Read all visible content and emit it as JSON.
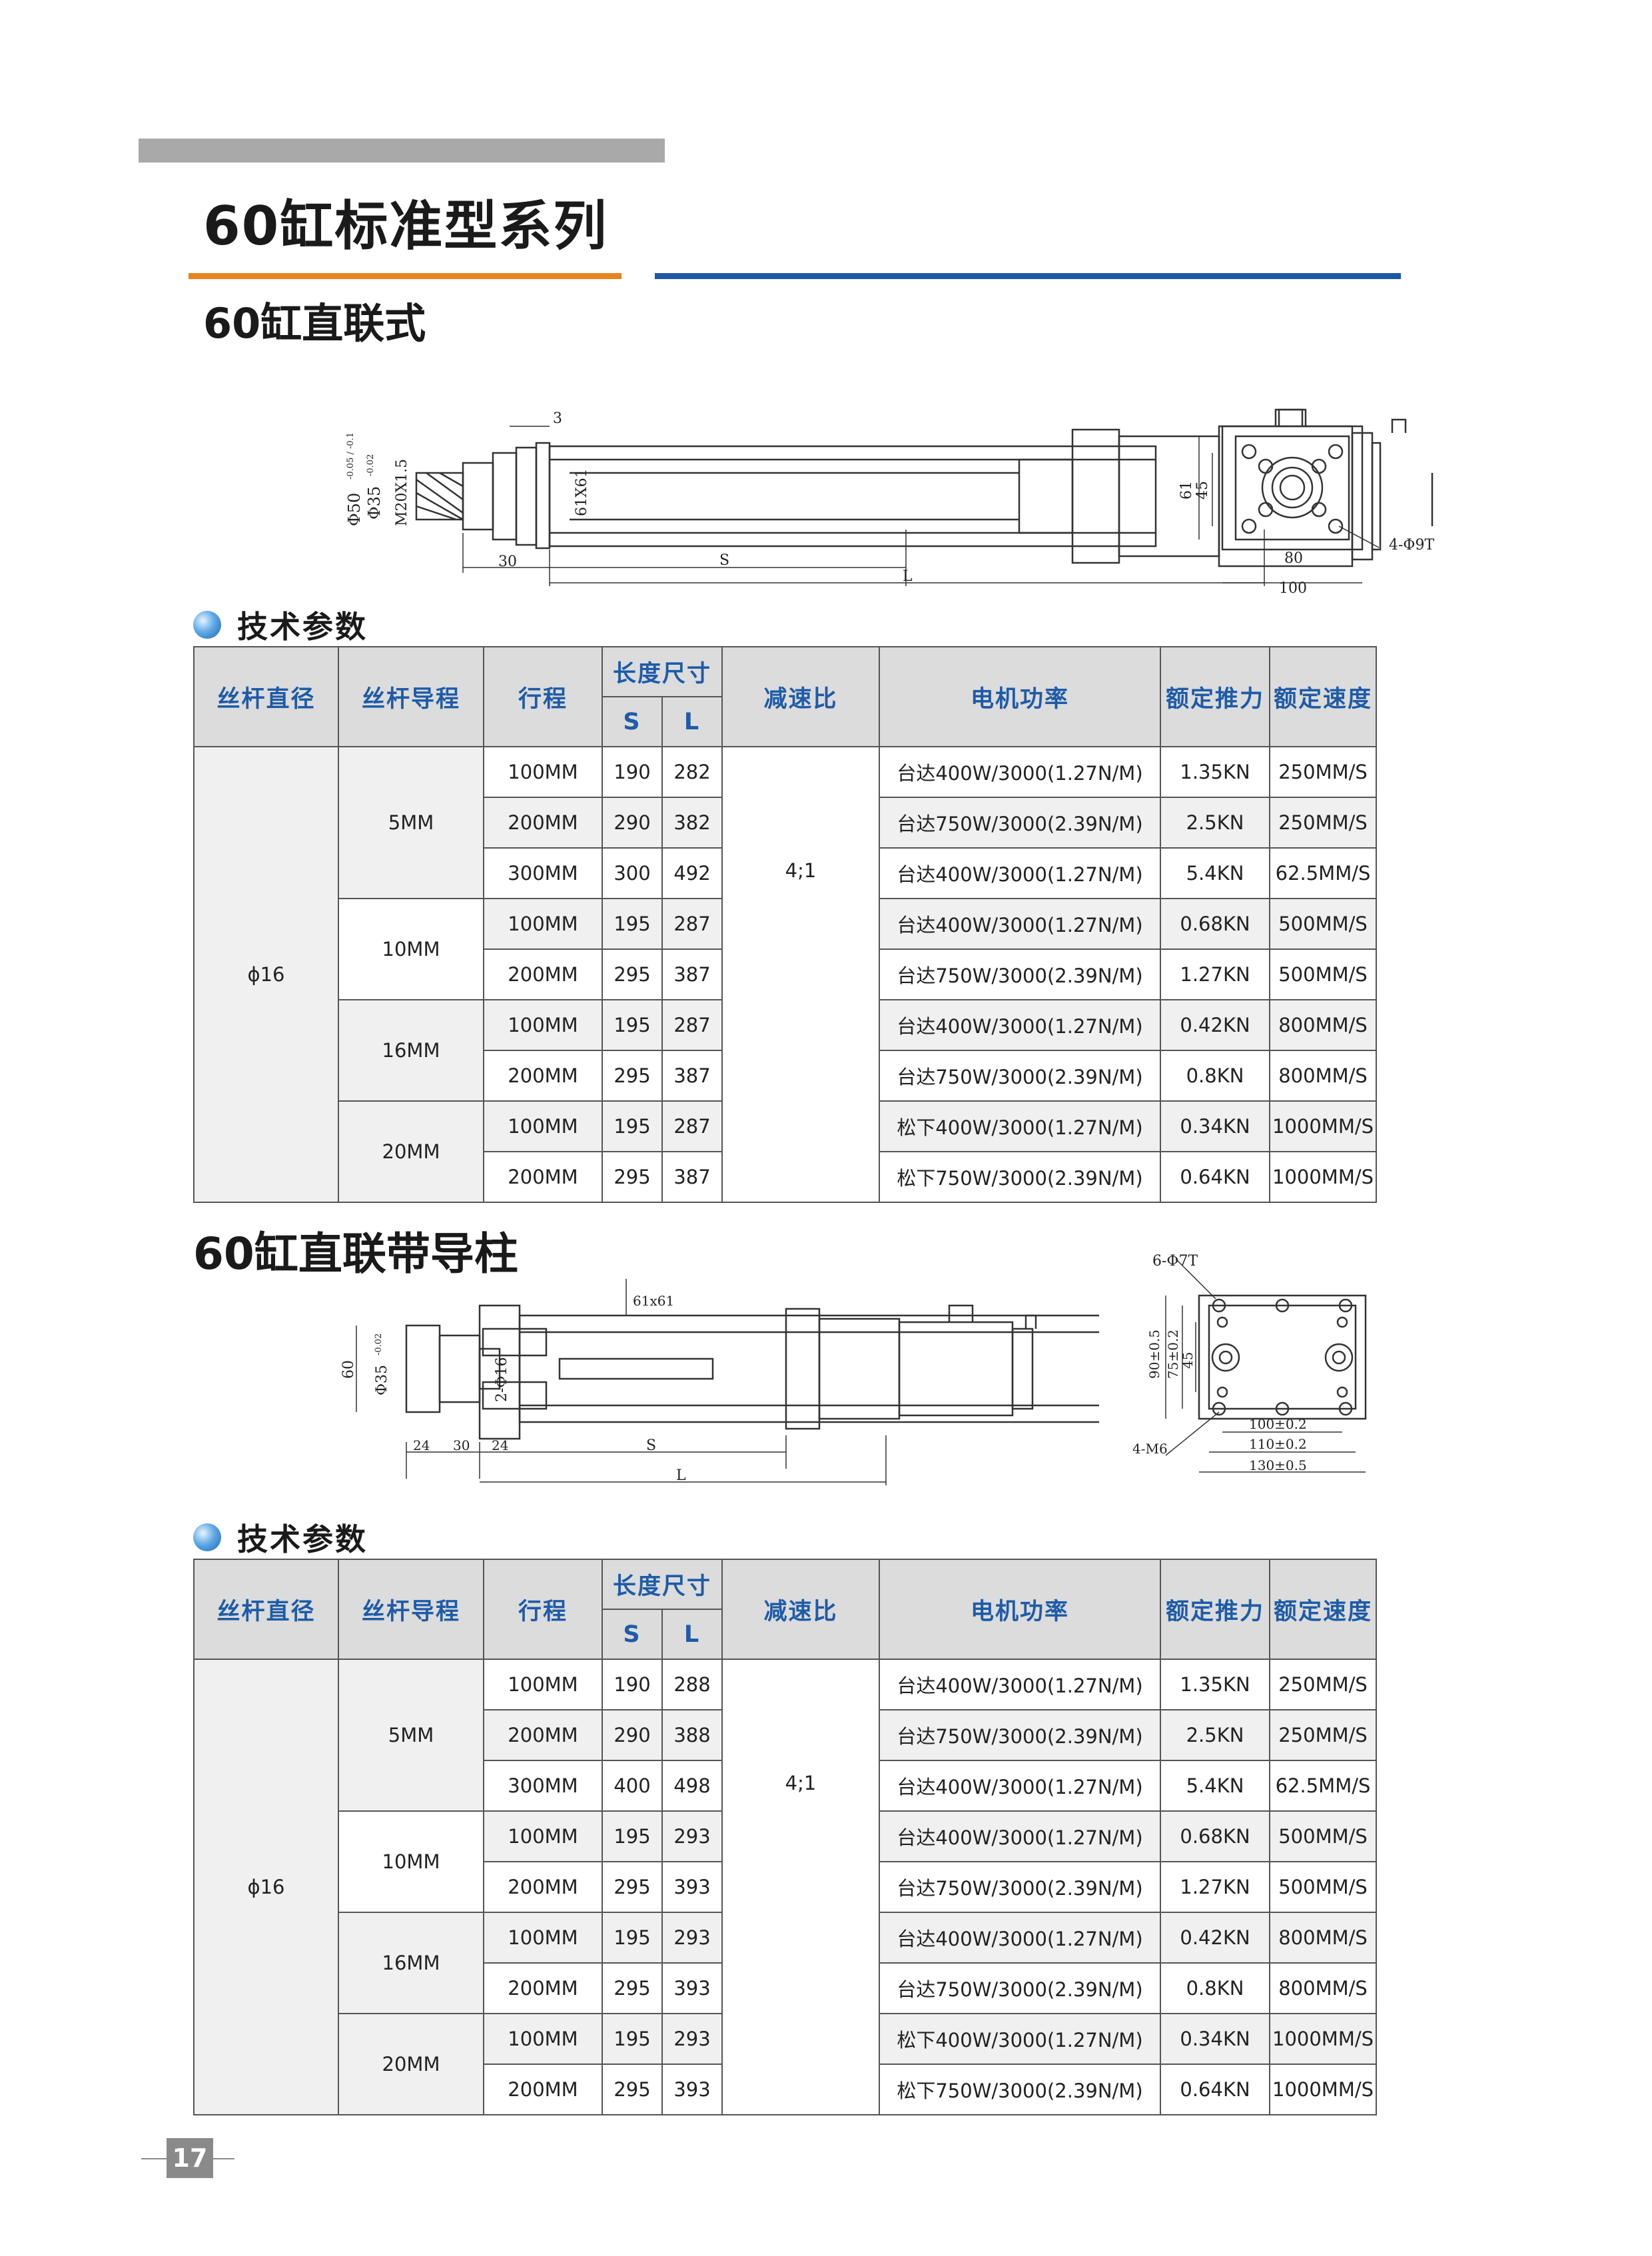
{
  "header": {
    "title": "60缸标准型系列",
    "subtitle1": "60缸直联式",
    "subtitle2": "60缸直联带导柱",
    "section_label": "技术参数",
    "page_number": "17"
  },
  "drawing1": {
    "dim_3": "3",
    "dim_50": "Φ50",
    "dim_50_tol": "-0.05 / -0.1",
    "dim_35": "Φ35",
    "dim_35_tol": "-0.02",
    "dim_m20": "M20X1.5",
    "dim_61x61": "61X61",
    "dim_30": "30",
    "dim_s": "S",
    "dim_l": "L",
    "dim_61": "61",
    "dim_45": "45",
    "dim_80": "80",
    "dim_100": "100",
    "dim_holes": "4-Φ9T"
  },
  "drawing2": {
    "dim_61x61": "61x61",
    "dim_60": "60",
    "dim_35": "Φ35",
    "dim_35_tol": "-0.02",
    "dim_phi16": "2-Φ16",
    "dim_24a": "24",
    "dim_30": "30",
    "dim_24b": "24",
    "dim_s": "S",
    "dim_l": "L",
    "dim_6holes": "6-Φ7T",
    "dim_90": "90±0.5",
    "dim_75": "75±0.2",
    "dim_45": "45",
    "dim_100": "100±0.2",
    "dim_110": "110±0.2",
    "dim_130": "130±0.5",
    "dim_m6": "4-M6"
  },
  "table_headers": {
    "screw_diameter": "丝杆直径",
    "screw_lead": "丝杆导程",
    "stroke": "行程",
    "length": "长度尺寸",
    "s": "S",
    "l": "L",
    "ratio": "减速比",
    "motor": "电机功率",
    "thrust": "额定推力",
    "speed": "额定速度"
  },
  "table1": {
    "diameter": "ϕ16",
    "ratio": "4;1",
    "leads": [
      "5MM",
      "10MM",
      "16MM",
      "20MM"
    ],
    "rows": [
      {
        "stroke": "100MM",
        "s": "190",
        "l": "282",
        "motor": "台达400W/3000(1.27N/M)",
        "thrust": "1.35KN",
        "speed": "250MM/S"
      },
      {
        "stroke": "200MM",
        "s": "290",
        "l": "382",
        "motor": "台达750W/3000(2.39N/M)",
        "thrust": "2.5KN",
        "speed": "250MM/S"
      },
      {
        "stroke": "300MM",
        "s": "300",
        "l": "492",
        "motor": "台达400W/3000(1.27N/M)",
        "thrust": "5.4KN",
        "speed": "62.5MM/S"
      },
      {
        "stroke": "100MM",
        "s": "195",
        "l": "287",
        "motor": "台达400W/3000(1.27N/M)",
        "thrust": "0.68KN",
        "speed": "500MM/S"
      },
      {
        "stroke": "200MM",
        "s": "295",
        "l": "387",
        "motor": "台达750W/3000(2.39N/M)",
        "thrust": "1.27KN",
        "speed": "500MM/S"
      },
      {
        "stroke": "100MM",
        "s": "195",
        "l": "287",
        "motor": "台达400W/3000(1.27N/M)",
        "thrust": "0.42KN",
        "speed": "800MM/S"
      },
      {
        "stroke": "200MM",
        "s": "295",
        "l": "387",
        "motor": "台达750W/3000(2.39N/M)",
        "thrust": "0.8KN",
        "speed": "800MM/S"
      },
      {
        "stroke": "100MM",
        "s": "195",
        "l": "287",
        "motor": "松下400W/3000(1.27N/M)",
        "thrust": "0.34KN",
        "speed": "1000MM/S"
      },
      {
        "stroke": "200MM",
        "s": "295",
        "l": "387",
        "motor": "松下750W/3000(2.39N/M)",
        "thrust": "0.64KN",
        "speed": "1000MM/S"
      }
    ]
  },
  "table2": {
    "diameter": "ϕ16",
    "ratio": "4;1",
    "leads": [
      "5MM",
      "10MM",
      "16MM",
      "20MM"
    ],
    "rows": [
      {
        "stroke": "100MM",
        "s": "190",
        "l": "288",
        "motor": "台达400W/3000(1.27N/M)",
        "thrust": "1.35KN",
        "speed": "250MM/S"
      },
      {
        "stroke": "200MM",
        "s": "290",
        "l": "388",
        "motor": "台达750W/3000(2.39N/M)",
        "thrust": "2.5KN",
        "speed": "250MM/S"
      },
      {
        "stroke": "300MM",
        "s": "400",
        "l": "498",
        "motor": "台达400W/3000(1.27N/M)",
        "thrust": "5.4KN",
        "speed": "62.5MM/S"
      },
      {
        "stroke": "100MM",
        "s": "195",
        "l": "293",
        "motor": "台达400W/3000(1.27N/M)",
        "thrust": "0.68KN",
        "speed": "500MM/S"
      },
      {
        "stroke": "200MM",
        "s": "295",
        "l": "393",
        "motor": "台达750W/3000(2.39N/M)",
        "thrust": "1.27KN",
        "speed": "500MM/S"
      },
      {
        "stroke": "100MM",
        "s": "195",
        "l": "293",
        "motor": "台达400W/3000(1.27N/M)",
        "thrust": "0.42KN",
        "speed": "800MM/S"
      },
      {
        "stroke": "200MM",
        "s": "295",
        "l": "393",
        "motor": "台达750W/3000(2.39N/M)",
        "thrust": "0.8KN",
        "speed": "800MM/S"
      },
      {
        "stroke": "100MM",
        "s": "195",
        "l": "293",
        "motor": "松下400W/3000(1.27N/M)",
        "thrust": "0.34KN",
        "speed": "1000MM/S"
      },
      {
        "stroke": "200MM",
        "s": "295",
        "l": "393",
        "motor": "松下750W/3000(2.39N/M)",
        "thrust": "0.64KN",
        "speed": "1000MM/S"
      }
    ]
  }
}
